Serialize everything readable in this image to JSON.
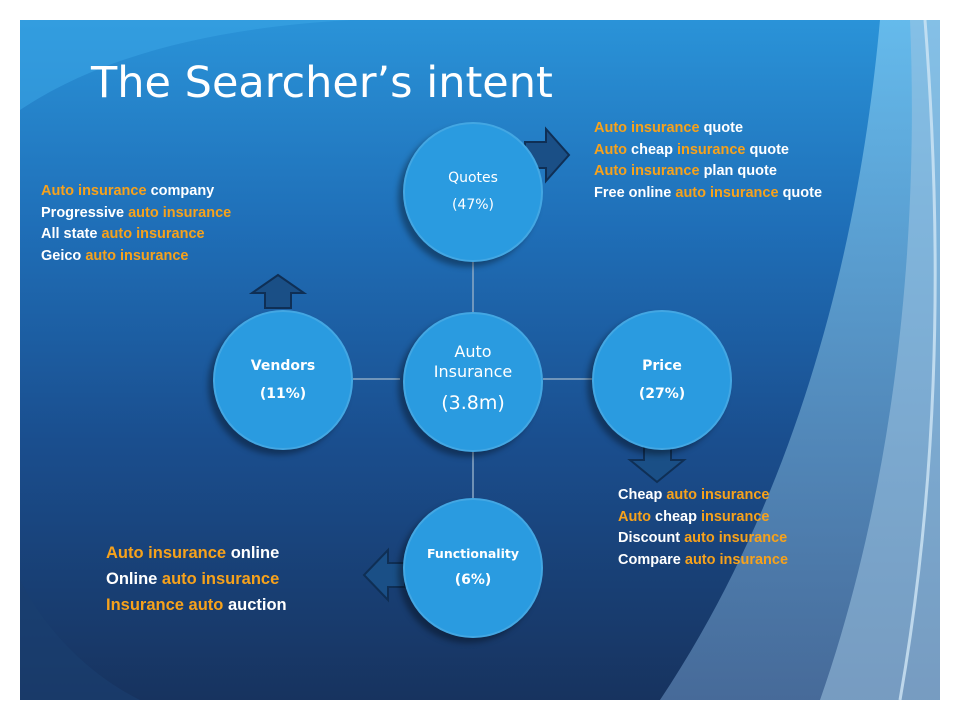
{
  "title": "The Searcher’s intent",
  "colors": {
    "accent_orange": "#f7a21b",
    "circle_blue": "#2a9be0",
    "text_white": "#ffffff"
  },
  "center": {
    "label_line1": "Auto",
    "label_line2": "Insurance",
    "value": "(3.8m)"
  },
  "nodes": {
    "quotes": {
      "label": "Quotes",
      "pct": "(47%)"
    },
    "price": {
      "label": "Price",
      "pct": "(27%)"
    },
    "functionality": {
      "label": "Functionality",
      "pct": "(6%)"
    },
    "vendors": {
      "label": "Vendors",
      "pct": "(11%)"
    }
  },
  "keywords": {
    "quotes": [
      [
        {
          "t": "Auto insurance ",
          "c": "o"
        },
        {
          "t": "quote",
          "c": "w"
        }
      ],
      [
        {
          "t": "Auto ",
          "c": "o"
        },
        {
          "t": "cheap ",
          "c": "w"
        },
        {
          "t": "insurance ",
          "c": "o"
        },
        {
          "t": "quote",
          "c": "w"
        }
      ],
      [
        {
          "t": "Auto insurance ",
          "c": "o"
        },
        {
          "t": "plan quote",
          "c": "w"
        }
      ],
      [
        {
          "t": "Free online ",
          "c": "w"
        },
        {
          "t": "auto insurance ",
          "c": "o"
        },
        {
          "t": "quote",
          "c": "w"
        }
      ]
    ],
    "vendors": [
      [
        {
          "t": "Auto insurance ",
          "c": "o"
        },
        {
          "t": "company",
          "c": "w"
        }
      ],
      [
        {
          "t": "Progressive ",
          "c": "w"
        },
        {
          "t": "auto insurance",
          "c": "o"
        }
      ],
      [
        {
          "t": "All state ",
          "c": "w"
        },
        {
          "t": "auto insurance",
          "c": "o"
        }
      ],
      [
        {
          "t": "Geico ",
          "c": "w"
        },
        {
          "t": "auto insurance",
          "c": "o"
        }
      ]
    ],
    "price": [
      [
        {
          "t": "Cheap ",
          "c": "w"
        },
        {
          "t": "auto insurance",
          "c": "o"
        }
      ],
      [
        {
          "t": "Auto ",
          "c": "o"
        },
        {
          "t": "cheap ",
          "c": "w"
        },
        {
          "t": "insurance",
          "c": "o"
        }
      ],
      [
        {
          "t": "Discount ",
          "c": "w"
        },
        {
          "t": "auto insurance",
          "c": "o"
        }
      ],
      [
        {
          "t": "Compare ",
          "c": "w"
        },
        {
          "t": "auto insurance",
          "c": "o"
        }
      ]
    ],
    "functionality": [
      [
        {
          "t": "Auto insurance ",
          "c": "o"
        },
        {
          "t": "online",
          "c": "w"
        }
      ],
      [
        {
          "t": "Online ",
          "c": "w"
        },
        {
          "t": "auto insurance",
          "c": "o"
        }
      ],
      [
        {
          "t": "Insurance auto ",
          "c": "o"
        },
        {
          "t": "auction",
          "c": "w"
        }
      ]
    ]
  }
}
